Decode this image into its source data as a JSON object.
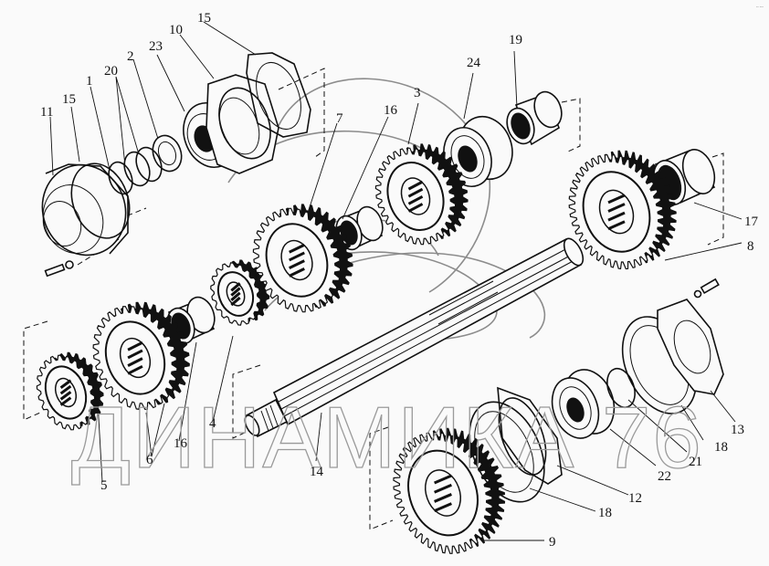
{
  "diagram": {
    "title": "Exploded view of gearbox shaft assembly",
    "watermark_text": "ДИНАМИКА 76",
    "corner_mark": "-- ---",
    "colors": {
      "ink": "#111111",
      "background": "#fafafa",
      "watermark": "#9a9a9a"
    },
    "callouts": [
      {
        "id": "c11a",
        "label": "11"
      },
      {
        "id": "c15a",
        "label": "15"
      },
      {
        "id": "c1",
        "label": "1"
      },
      {
        "id": "c20",
        "label": "20"
      },
      {
        "id": "c2",
        "label": "2"
      },
      {
        "id": "c23",
        "label": "23"
      },
      {
        "id": "c10",
        "label": "10"
      },
      {
        "id": "c15b",
        "label": "15"
      },
      {
        "id": "c7",
        "label": "7"
      },
      {
        "id": "c16a",
        "label": "16"
      },
      {
        "id": "c3",
        "label": "3"
      },
      {
        "id": "c24",
        "label": "24"
      },
      {
        "id": "c19",
        "label": "19"
      },
      {
        "id": "c17",
        "label": "17"
      },
      {
        "id": "c8",
        "label": "8"
      },
      {
        "id": "c5",
        "label": "5"
      },
      {
        "id": "c6",
        "label": "6"
      },
      {
        "id": "c16b",
        "label": "16"
      },
      {
        "id": "c4",
        "label": "4"
      },
      {
        "id": "c14",
        "label": "14"
      },
      {
        "id": "c9",
        "label": "9"
      },
      {
        "id": "c18a",
        "label": "18"
      },
      {
        "id": "c12",
        "label": "12"
      },
      {
        "id": "c22",
        "label": "22"
      },
      {
        "id": "c21",
        "label": "21"
      },
      {
        "id": "c18b",
        "label": "18"
      },
      {
        "id": "c13",
        "label": "13"
      }
    ]
  }
}
